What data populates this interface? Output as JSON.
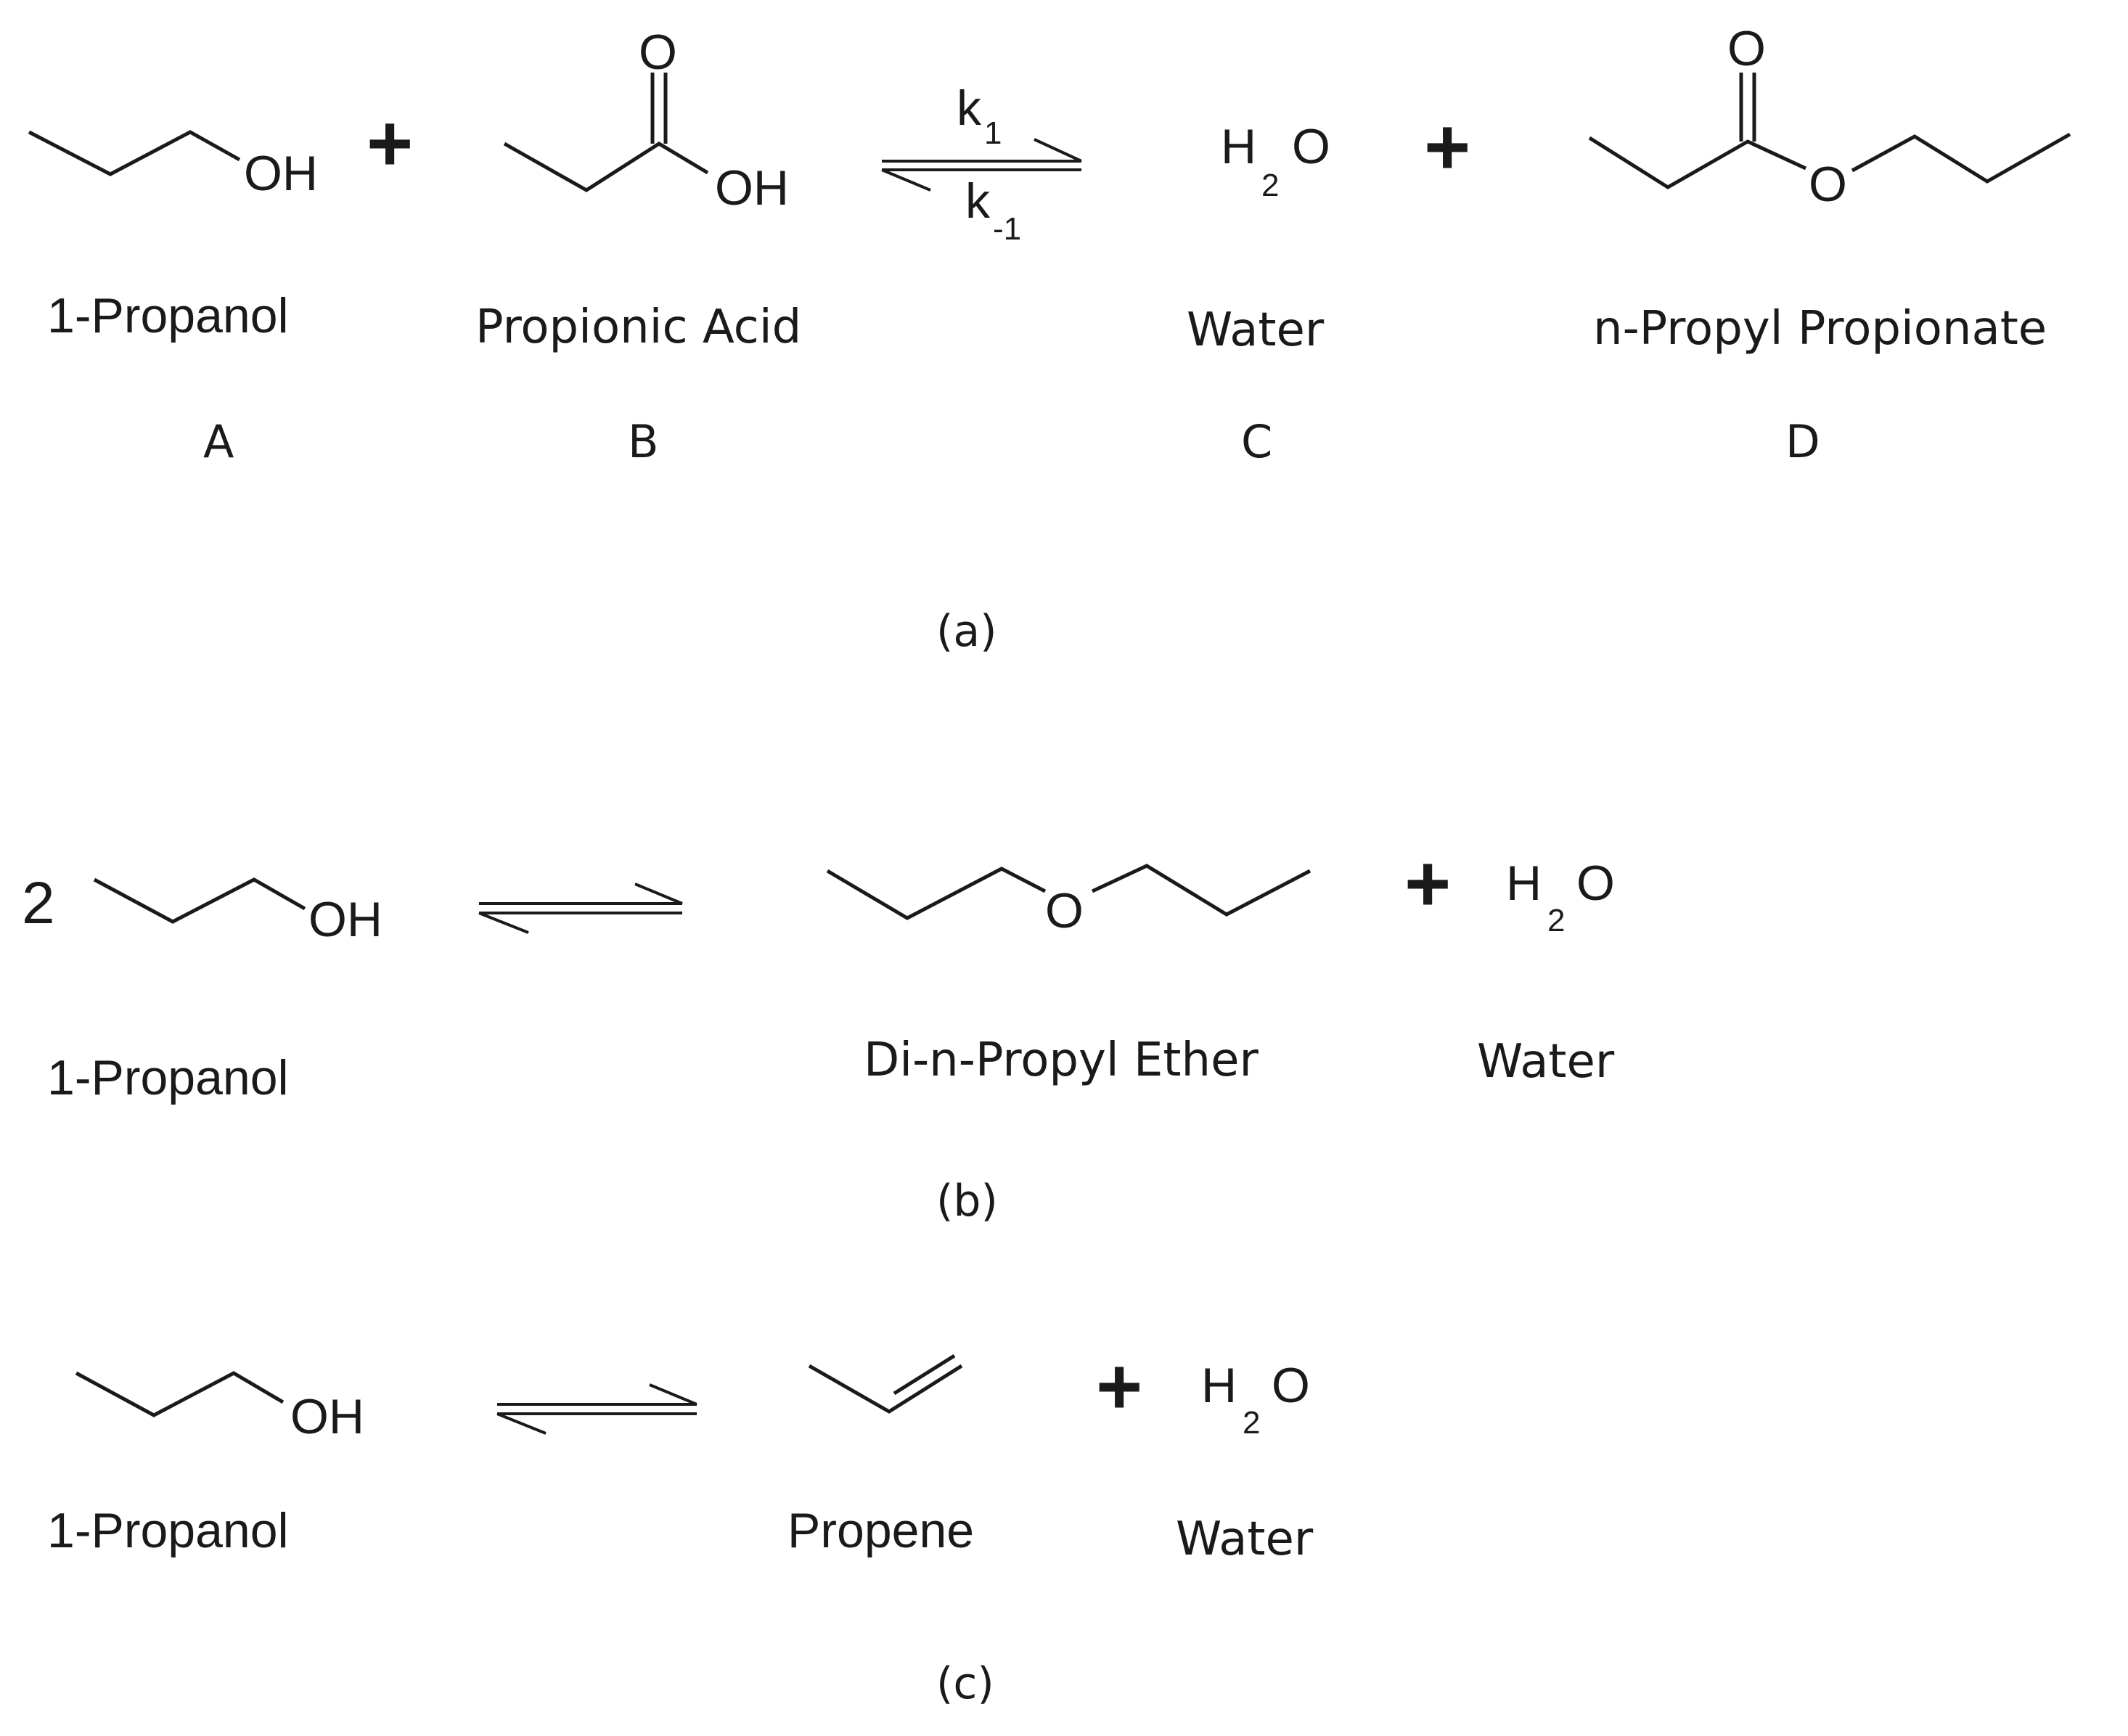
{
  "reaction_a": {
    "rate_forward": "k",
    "rate_forward_sub": "1",
    "rate_reverse": "k",
    "rate_reverse_sub": "-1",
    "species": [
      {
        "name": "1-Propanol",
        "letter": "A"
      },
      {
        "name": "Propionic Acid",
        "letter": "B"
      },
      {
        "name": "Water",
        "letter": "C"
      },
      {
        "name": "n-Propyl Propionate",
        "letter": "D"
      }
    ],
    "panel_label": "(a)"
  },
  "reaction_b": {
    "coefficient": "2",
    "species": [
      {
        "name": "1-Propanol"
      },
      {
        "name": "Di-n-Propyl Ether"
      },
      {
        "name": "Water"
      }
    ],
    "panel_label": "(b)"
  },
  "reaction_c": {
    "species": [
      {
        "name": "1-Propanol"
      },
      {
        "name": "Propene"
      },
      {
        "name": "Water"
      }
    ],
    "panel_label": "(c)"
  },
  "atoms": {
    "hydroxyl": "OH",
    "oxygen": "O",
    "water_h": "H",
    "water_sub": "2",
    "water_o": "O"
  },
  "symbols": {
    "plus": "+"
  }
}
